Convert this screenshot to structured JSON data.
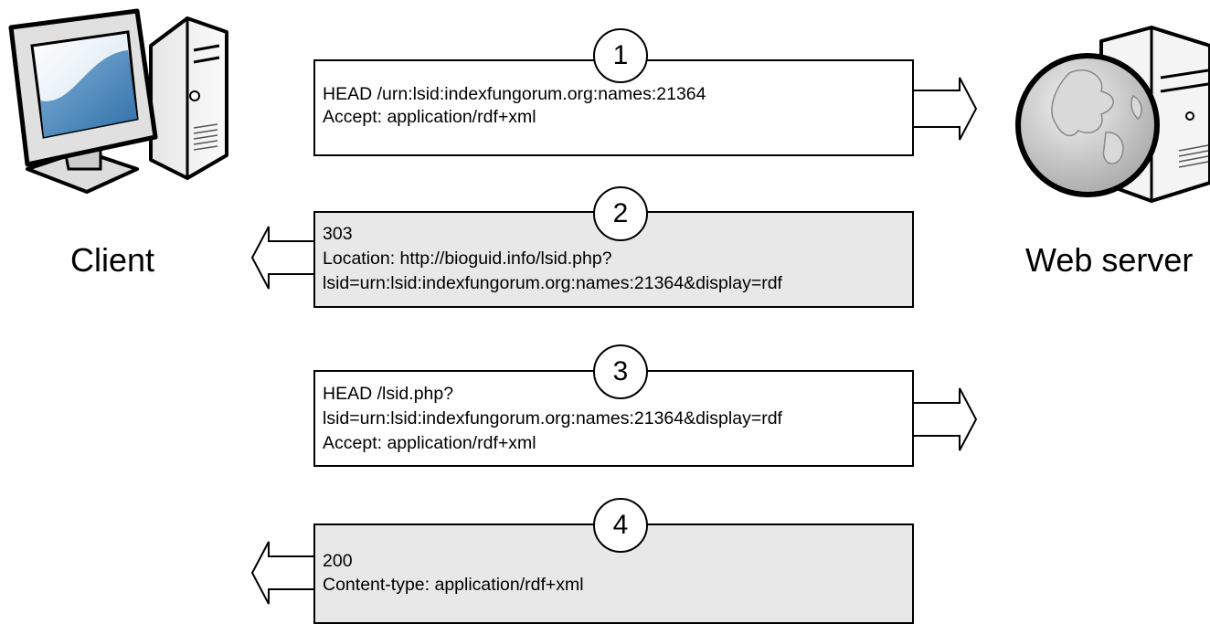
{
  "client": {
    "label": "Client",
    "icon": "desktop-computer-icon"
  },
  "server": {
    "label": "Web server",
    "icon": "web-server-globe-icon"
  },
  "messages": [
    {
      "step": "1",
      "direction": "to-server",
      "kind": "request",
      "lines": [
        "HEAD /urn:lsid:indexfungorum.org:names:21364",
        "Accept: application/rdf+xml"
      ]
    },
    {
      "step": "2",
      "direction": "to-client",
      "kind": "response",
      "lines": [
        "303",
        "Location: http://bioguid.info/lsid.php?",
        "lsid=urn:lsid:indexfungorum.org:names:21364&display=rdf"
      ]
    },
    {
      "step": "3",
      "direction": "to-server",
      "kind": "request",
      "lines": [
        "HEAD /lsid.php?",
        "lsid=urn:lsid:indexfungorum.org:names:21364&display=rdf",
        "Accept: application/rdf+xml"
      ]
    },
    {
      "step": "4",
      "direction": "to-client",
      "kind": "response",
      "lines": [
        "200",
        "Content-type: application/rdf+xml"
      ]
    }
  ],
  "colors": {
    "request_fill": "#ffffff",
    "response_fill": "#e8e8e8",
    "stroke": "#000000"
  }
}
